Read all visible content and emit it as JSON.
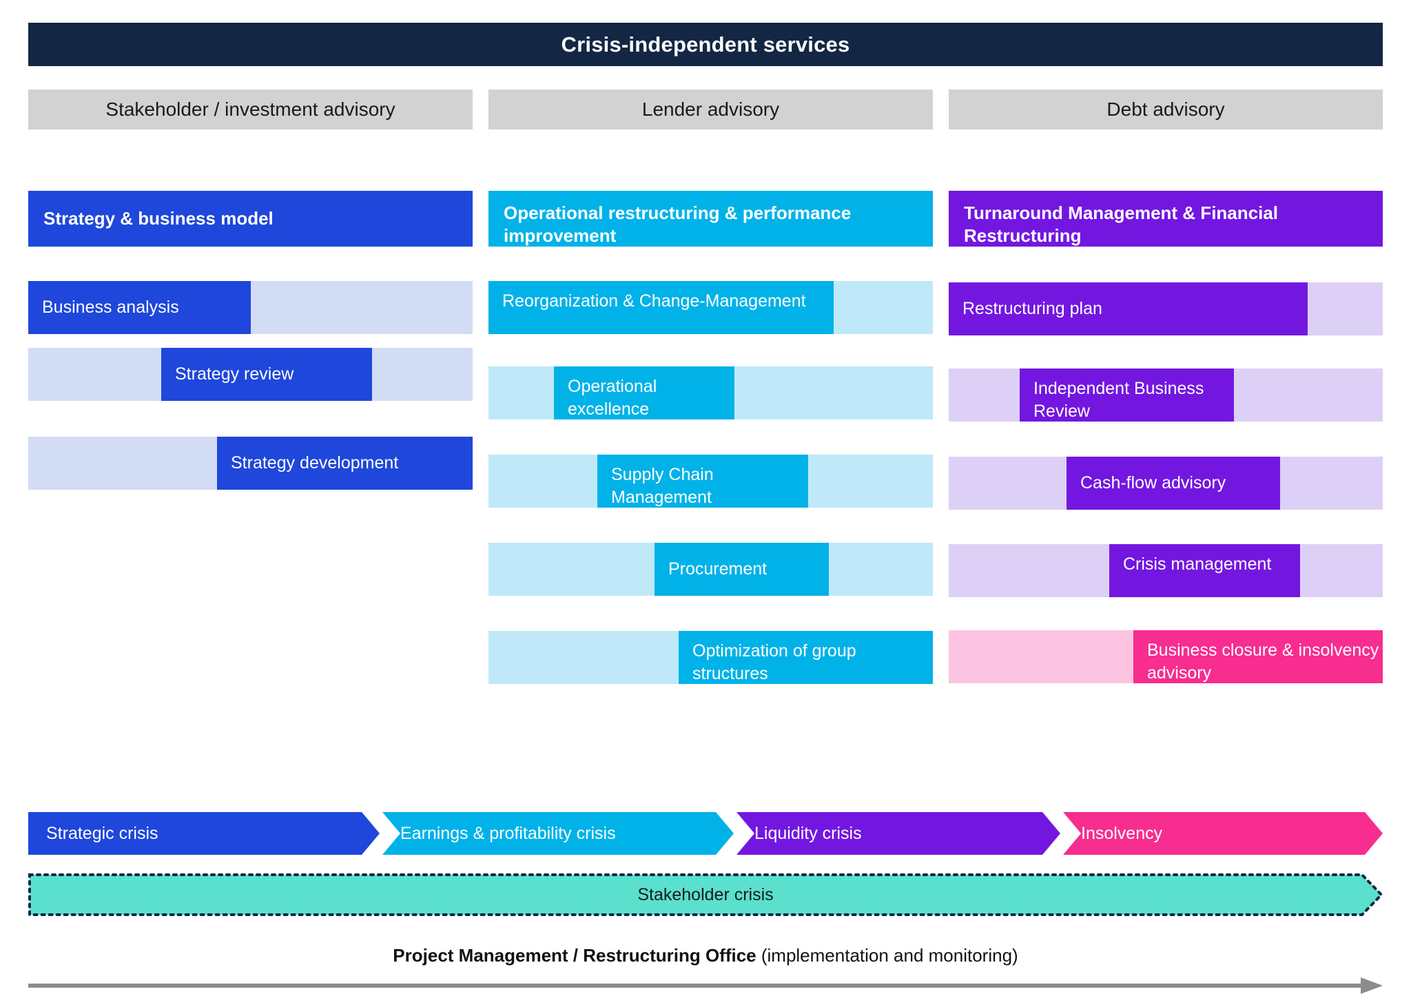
{
  "header": {
    "title": "Crisis-independent services",
    "bg": "#132744"
  },
  "columns": [
    {
      "label": "Stakeholder / investment advisory"
    },
    {
      "label": "Lender advisory"
    },
    {
      "label": "Debt advisory"
    }
  ],
  "palette": {
    "blue": "#1f47db",
    "blue_light": "#d3dcf5",
    "cyan": "#00b2e8",
    "cyan_light": "#bfe9f9",
    "purple": "#7317e0",
    "purple_light": "#ddd0f7",
    "pink": "#f72d8f",
    "pink_light": "#fcc4e0",
    "teal": "#5ae0cd",
    "grey_header": "#d2d2d2",
    "axis_grey": "#8c8c8c"
  },
  "groups": [
    {
      "name": "Strategy & business model",
      "color": "#1f47db",
      "track": "#d3dcf5",
      "rows": [
        {
          "label": "Business analysis",
          "start": 0,
          "width": 0.501
        },
        {
          "label": "Strategy review",
          "start": 0.299,
          "width": 0.475
        },
        {
          "label": "Strategy development",
          "start": 0.425,
          "width": 0.575
        }
      ]
    },
    {
      "name": "Operational restructuring & performance improvement",
      "color": "#00b2e8",
      "track": "#bfe9f9",
      "rows": [
        {
          "label": "Reorganization & Change-Management",
          "start": 0,
          "width": 0.776
        },
        {
          "label": "Operational excellence",
          "start": 0.148,
          "width": 0.405
        },
        {
          "label": "Supply Chain Management",
          "start": 0.244,
          "width": 0.475
        },
        {
          "label": "Procurement",
          "start": 0.374,
          "width": 0.392
        },
        {
          "label": "Optimization of group structures",
          "start": 0.427,
          "width": 0.573
        }
      ]
    },
    {
      "name": "Turnaround Management & Financial Restructuring",
      "color": "#7317e0",
      "track": "#ddd0f7",
      "rows": [
        {
          "label": "Restructuring plan",
          "start": 0,
          "width": 0.826
        },
        {
          "label": "Independent Business Review",
          "start": 0.163,
          "width": 0.494
        },
        {
          "label": "Cash-flow advisory",
          "start": 0.272,
          "width": 0.492
        },
        {
          "label": "Crisis management",
          "start": 0.37,
          "width": 0.44
        },
        {
          "label": "Business closure & insolvency advisory",
          "start": 0.426,
          "width": 0.574,
          "color": "#f72d8f",
          "track": "#fcc4e0"
        }
      ]
    }
  ],
  "crisis_arrows": [
    {
      "label": "Strategic crisis",
      "color": "#1f47db"
    },
    {
      "label": "Earnings & profitability crisis",
      "color": "#00b2e8"
    },
    {
      "label": "Liquidity crisis",
      "color": "#7317e0"
    },
    {
      "label": "Insolvency",
      "color": "#f72d8f"
    }
  ],
  "stakeholder_band": {
    "label": "Stakeholder crisis",
    "fill": "#5ae0cd",
    "stroke": "#132744"
  },
  "pmo": {
    "bold": "Project Management / Restructuring Office",
    "light": " (implementation and monitoring)"
  }
}
